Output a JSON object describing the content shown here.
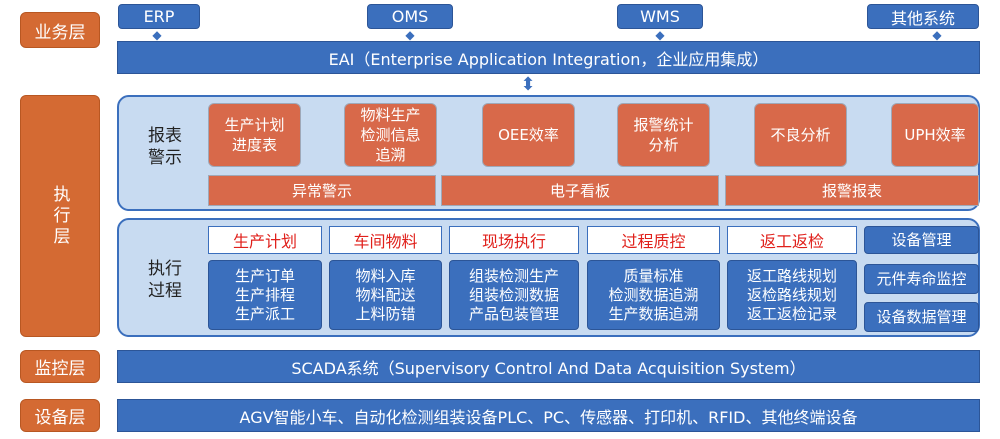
{
  "layers": {
    "business": "业务层",
    "execution": "执行层",
    "monitoring": "监控层",
    "equipment": "设备层"
  },
  "top_systems": [
    "ERP",
    "OMS",
    "WMS",
    "其他系统"
  ],
  "eai_bar": "EAI（Enterprise Application Integration，企业应用集成）",
  "report": {
    "label": "报表\n警示",
    "boxes": [
      "生产计划\n进度表",
      "物料生产\n检测信息\n追溯",
      "OEE效率",
      "报警统计\n分析",
      "不良分析",
      "UPH效率"
    ],
    "bars": [
      "异常警示",
      "电子看板",
      "报警报表"
    ]
  },
  "process": {
    "label": "执行\n过程",
    "columns": [
      {
        "head": "生产计划",
        "items": "生产订单\n生产排程\n生产派工"
      },
      {
        "head": "车间物料",
        "items": "物料入库\n物料配送\n上料防错"
      },
      {
        "head": "现场执行",
        "items": "组装检测生产\n组装检测数据\n产品包装管理"
      },
      {
        "head": "过程质控",
        "items": "质量标准\n检测数据追溯\n生产数据追溯"
      },
      {
        "head": "返工返检",
        "items": "返工路线规划\n返检路线规划\n返工返检记录"
      }
    ],
    "equipment_mgmt": [
      "设备管理",
      "元件寿命监控",
      "设备数据管理"
    ]
  },
  "scada_bar": "SCADA系统（Supervisory Control And Data Acquisition System）",
  "devices_bar": "AGV智能小车、自动化检测组装设备PLC、PC、传感器、打印机、RFID、其他终端设备",
  "colors": {
    "orange": "#d46a33",
    "blue": "#3b6fbd",
    "light_blue": "#c8dbf1",
    "red_text": "#e0201b"
  }
}
